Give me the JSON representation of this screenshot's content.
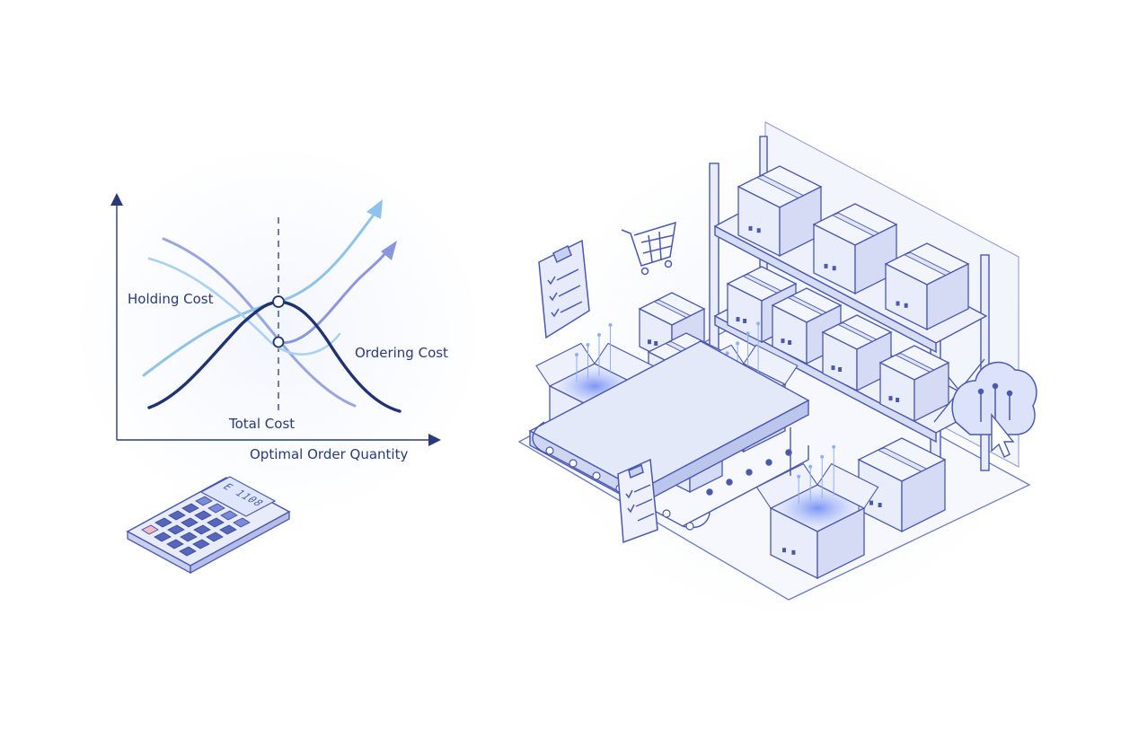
{
  "colors": {
    "navy": "#1f3272",
    "line": "#5a6bc4",
    "light_blue": "#8fc3ec",
    "periwinkle": "#9aa6e0",
    "box_fill": "#eef1fb",
    "glow": "#7c96f0"
  },
  "graph": {
    "labels": {
      "holding_cost": "Holding Cost",
      "ordering_cost": "Ordering Cost",
      "total_cost": "Total Cost",
      "x_axis": "Optimal Order Quantity"
    },
    "icons": [
      "up-arrow-icon",
      "right-arrow-icon",
      "optimal-point-marker"
    ]
  },
  "calculator": {
    "display": "E 1108",
    "icon": "calculator-icon"
  },
  "warehouse": {
    "icons": [
      "clipboard-checklist-icon",
      "shopping-cart-icon",
      "storage-shelf",
      "cardboard-box-icon",
      "open-box-icon",
      "conveyor-belt",
      "cloud-icon",
      "cursor-arrow-icon"
    ]
  }
}
